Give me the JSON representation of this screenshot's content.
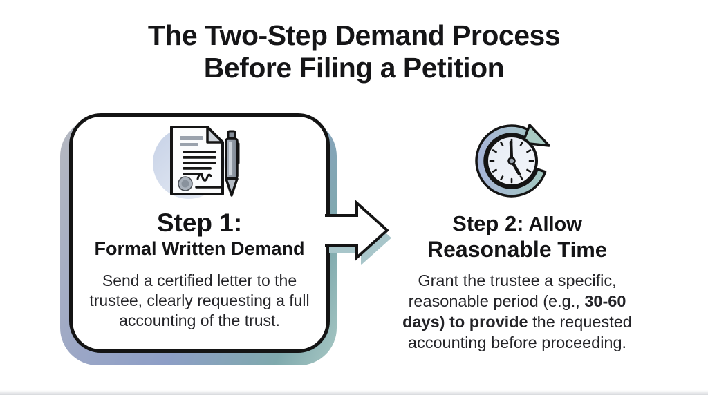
{
  "title": {
    "line1": "The Two-Step Demand Process",
    "line2": "Before Filing a Petition"
  },
  "step1": {
    "icon": "document-pen-icon",
    "heading_line1": "Step 1:",
    "heading_line2": "Formal Written Demand",
    "body_lines": [
      [
        {
          "t": "Send a certified letter to the",
          "b": 0
        }
      ],
      [
        {
          "t": "trustee, clearly requesting a full",
          "b": 0
        }
      ],
      [
        {
          "t": "accounting of the trust.",
          "b": 0
        }
      ]
    ]
  },
  "step2": {
    "icon": "clock-history-icon",
    "heading_line1_bold": "Step 2:",
    "heading_line1_rest": " Allow",
    "heading_line2_bold": "Reasonable",
    "heading_line2_rest": " Time",
    "body_lines": [
      [
        {
          "t": "Grant the trustee a specific,",
          "b": 0
        }
      ],
      [
        {
          "t": "reasonable period (e.g., ",
          "b": 0
        },
        {
          "t": "30-60",
          "b": 1
        }
      ],
      [
        {
          "t": "days) to provide",
          "b": 1
        },
        {
          "t": " the requested",
          "b": 0
        }
      ],
      [
        {
          "t": "accounting before proceeding.",
          "b": 0
        }
      ]
    ]
  },
  "colors": {
    "ink": "#141416",
    "card_shadow_gray": "#b6b9c0",
    "card_shadow_blue": "#8d9ec6",
    "card_shadow_teal": "#7fa9ad",
    "arrow_shadow_teal": "#a8c6ca",
    "ring_blue": "#a6b4d8",
    "ring_teal": "#a4c9c1",
    "icon_circle_blue": "#c6d1e6"
  }
}
